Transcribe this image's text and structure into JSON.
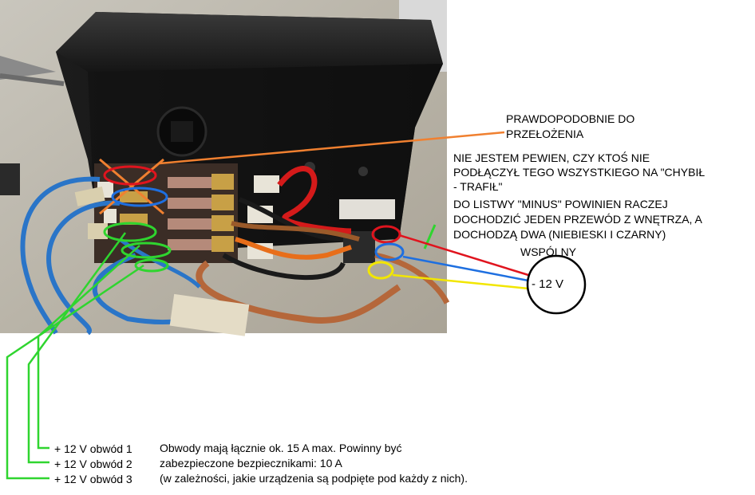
{
  "photo": {
    "description_icon": "wiring-photo"
  },
  "annotations": {
    "top_note_line1": "PRAWDOPODOBNIE DO",
    "top_note_line2": "PRZEŁOŻENIA",
    "paragraph_lines": [
      "NIE JESTEM PEWIEN, CZY KTOŚ NIE",
      "PODŁĄCZYŁ TEGO WSZYSTKIEGO NA \"CHYBIŁ",
      "- TRAFIŁ\"",
      "DO LISTWY \"MINUS\" POWINIEN RACZEJ",
      "DOCHODZIĆ JEDEN PRZEWÓD Z WNĘTRZA, A",
      "DOCHODZĄ DWA (NIEBIESKI I CZARNY)"
    ],
    "common_label": "WSPÓLNY",
    "circle_label": "- 12 V",
    "circuits": [
      "+ 12 V obwód 1",
      "+ 12 V obwód 2",
      "+ 12 V obwód 3"
    ],
    "bottom_note_lines": [
      "Obwody mają łącznie ok. 15 A max.  Powinny być",
      "zabezpieczone bezpiecznikami: 10 A",
      "(w zależności, jakie urządzenia są podpięte pod każdy z nich)."
    ]
  },
  "colors": {
    "red": "#e0141e",
    "blue": "#1e6fe0",
    "green": "#2fd52f",
    "yellow": "#f2e600",
    "orange": "#f08030"
  }
}
